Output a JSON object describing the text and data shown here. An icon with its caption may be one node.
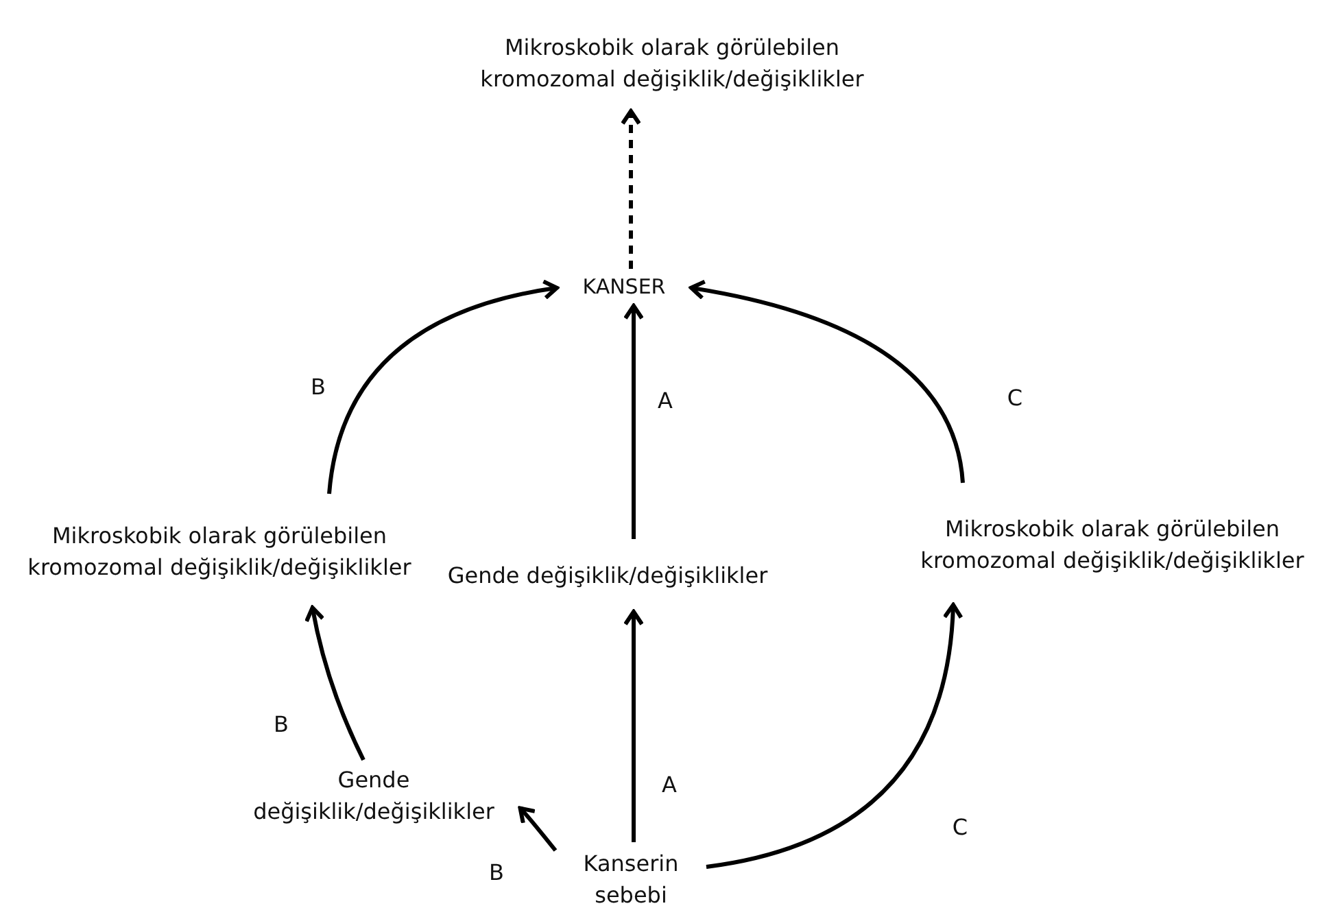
{
  "diagram": {
    "nodes": [
      {
        "text": [
          "Mikroskobik olarak görülebilen kromozomal değişiklik/değişiklikler"
        ]
      },
      {
        "text": [
          "KANSER"
        ]
      },
      {
        "text": [
          "Mikroskobik olarak görülebilen kromozomal değişiklik/değişiklikler"
        ]
      },
      {
        "text": [
          "Gende değişiklik/değişiklikler"
        ]
      },
      {
        "text": [
          "Mikroskobik olarak görülebilen kromozomal değişiklik/değişiklikler"
        ]
      },
      {
        "text": [
          "Gende değişiklik/değişiklikler"
        ]
      },
      {
        "text": [
          "Kanserin sebebi"
        ]
      }
    ],
    "edges": [
      {
        "from": 1,
        "to": 0,
        "arrow": "to",
        "style": "dashed"
      },
      {
        "from": 3,
        "to": 1,
        "arrow": "to",
        "label": "A"
      },
      {
        "from": 6,
        "to": 3,
        "arrow": "to",
        "label": "A"
      },
      {
        "from": 2,
        "to": 1,
        "arrow": "to",
        "label": "B"
      },
      {
        "from": 5,
        "to": 2,
        "arrow": "to",
        "label": "B"
      },
      {
        "from": 6,
        "to": 5,
        "arrow": "to",
        "label": "B"
      },
      {
        "from": 4,
        "to": 1,
        "arrow": "to",
        "label": "C"
      },
      {
        "from": 6,
        "to": 4,
        "arrow": "to",
        "label": "C"
      }
    ]
  }
}
